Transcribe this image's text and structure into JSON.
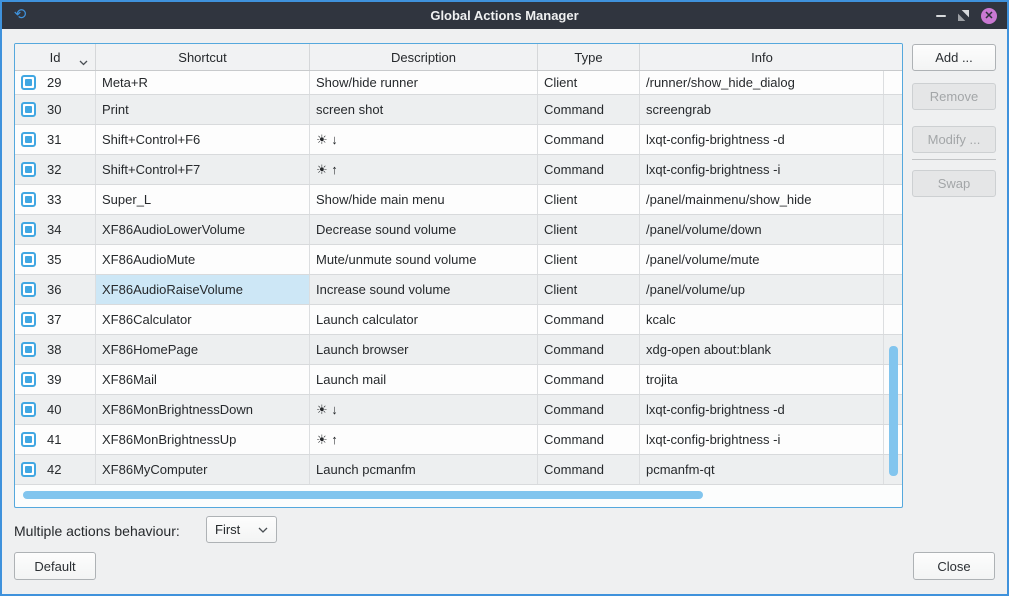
{
  "window": {
    "title": "Global Actions Manager"
  },
  "titlebar": {
    "app_icon": "circular-arrows",
    "minimize_icon": "minimize-dash",
    "restore_icon": "restore-diagonal",
    "close_icon": "✕"
  },
  "table": {
    "columns": [
      "Id",
      "Shortcut",
      "Description",
      "Type",
      "Info"
    ],
    "sorted_by": "Id",
    "first_row_clipped": true,
    "selected_cell": {
      "row_id": "36",
      "column": "shortcut"
    },
    "rows": [
      {
        "id": "29",
        "checked": true,
        "shortcut": "Meta+R",
        "description": "Show/hide runner",
        "type": "Client",
        "info": "/runner/show_hide_dialog"
      },
      {
        "id": "30",
        "checked": true,
        "shortcut": "Print",
        "description": "screen shot",
        "type": "Command",
        "info": "screengrab"
      },
      {
        "id": "31",
        "checked": true,
        "shortcut": "Shift+Control+F6",
        "description": "☀ ↓",
        "type": "Command",
        "info": "lxqt-config-brightness -d"
      },
      {
        "id": "32",
        "checked": true,
        "shortcut": "Shift+Control+F7",
        "description": "☀ ↑",
        "type": "Command",
        "info": "lxqt-config-brightness -i"
      },
      {
        "id": "33",
        "checked": true,
        "shortcut": "Super_L",
        "description": "Show/hide main menu",
        "type": "Client",
        "info": "/panel/mainmenu/show_hide"
      },
      {
        "id": "34",
        "checked": true,
        "shortcut": "XF86AudioLowerVolume",
        "description": "Decrease sound volume",
        "type": "Client",
        "info": "/panel/volume/down"
      },
      {
        "id": "35",
        "checked": true,
        "shortcut": "XF86AudioMute",
        "description": "Mute/unmute sound volume",
        "type": "Client",
        "info": "/panel/volume/mute"
      },
      {
        "id": "36",
        "checked": true,
        "shortcut": "XF86AudioRaiseVolume",
        "description": "Increase sound volume",
        "type": "Client",
        "info": "/panel/volume/up"
      },
      {
        "id": "37",
        "checked": true,
        "shortcut": "XF86Calculator",
        "description": "Launch calculator",
        "type": "Command",
        "info": "kcalc"
      },
      {
        "id": "38",
        "checked": true,
        "shortcut": "XF86HomePage",
        "description": "Launch browser",
        "type": "Command",
        "info": "xdg-open about:blank"
      },
      {
        "id": "39",
        "checked": true,
        "shortcut": "XF86Mail",
        "description": "Launch mail",
        "type": "Command",
        "info": "trojita"
      },
      {
        "id": "40",
        "checked": true,
        "shortcut": "XF86MonBrightnessDown",
        "description": "☀ ↓",
        "type": "Command",
        "info": "lxqt-config-brightness -d"
      },
      {
        "id": "41",
        "checked": true,
        "shortcut": "XF86MonBrightnessUp",
        "description": "☀ ↑",
        "type": "Command",
        "info": "lxqt-config-brightness -i"
      },
      {
        "id": "42",
        "checked": true,
        "shortcut": "XF86MyComputer",
        "description": "Launch pcmanfm",
        "type": "Command",
        "info": "pcmanfm-qt"
      }
    ]
  },
  "side_buttons": {
    "add": "Add ...",
    "remove": "Remove",
    "modify": "Modify ...",
    "swap": "Swap"
  },
  "footer": {
    "behaviour_label": "Multiple actions behaviour:",
    "behaviour_value": "First",
    "default_button": "Default",
    "close_button": "Close"
  },
  "colors": {
    "accent": "#3daee9",
    "window_border": "#3f92dc",
    "titlebar_bg": "#30353f",
    "close_button": "#c978d2",
    "selection_bg": "#cde7f6",
    "scrollbar_thumb": "#82c5ee",
    "checkbox": "#41a7e2"
  }
}
